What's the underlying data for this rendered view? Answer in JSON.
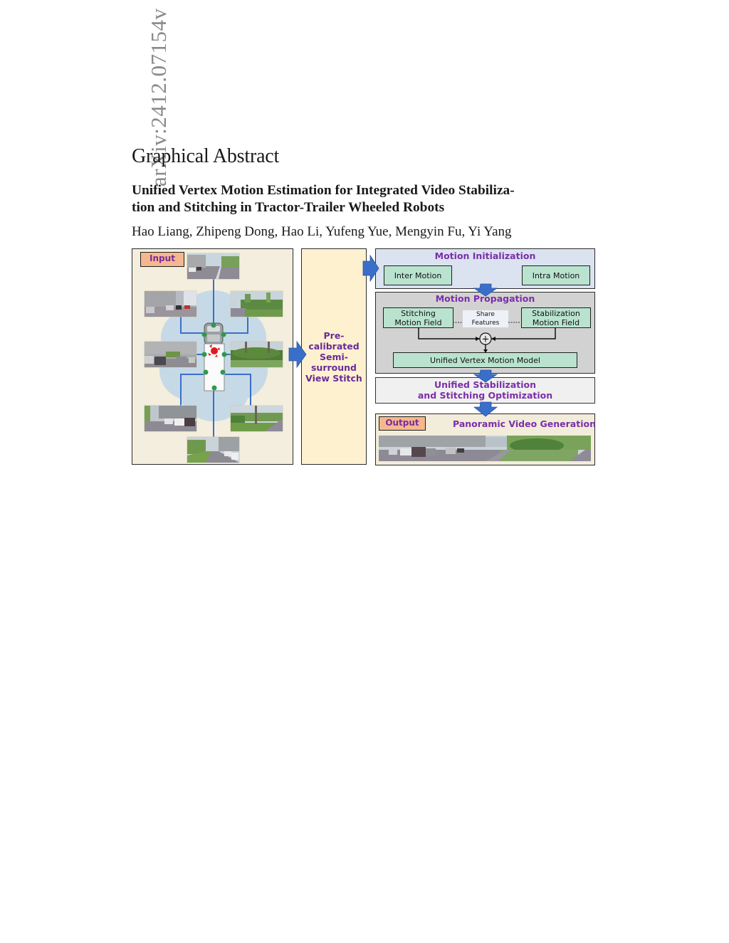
{
  "watermark": {
    "arxiv_id": "arXiv:2412.07154v"
  },
  "page": {
    "section_heading": "Graphical Abstract",
    "title_lines": [
      "Unified Vertex Motion Estimation for Integrated Video Stabiliza-",
      "tion and Stitching in Tractor-Trailer Wheeled Robots"
    ],
    "authors": "Hao Liang, Zhipeng Dong, Hao Li, Yufeng Yue, Mengyin Fu, Yi Yang"
  },
  "figure": {
    "input_panel": {
      "label": "Input",
      "camera_views": [
        {
          "name": "front",
          "scene": "road-with-parked-cars"
        },
        {
          "name": "front-left",
          "scene": "building-and-parked-cars"
        },
        {
          "name": "front-right",
          "scene": "hedge-and-trees"
        },
        {
          "name": "mid-left",
          "scene": "parked-cars"
        },
        {
          "name": "mid-right",
          "scene": "hedge-lawn"
        },
        {
          "name": "rear-left",
          "scene": "parked-cars-building"
        },
        {
          "name": "rear-right",
          "scene": "trees-lawn-path"
        },
        {
          "name": "rear",
          "scene": "road-with-parked-cars"
        }
      ]
    },
    "precalibrated_panel": {
      "text": "Pre-\ncalibrated\nSemi-\nsurround\nView Stitch"
    },
    "motion_initialization": {
      "title": "Motion Initialization",
      "inter_motion": "Inter Motion",
      "intra_motion": "Intra Motion"
    },
    "motion_propagation": {
      "title": "Motion Propagation",
      "stitching_field": "Stitching\nMotion Field",
      "share_features": "Share\nFeatures",
      "stabilization_field": "Stabilization\nMotion Field",
      "fusion_symbol": "+",
      "unified_model": "Unified Vertex Motion Model"
    },
    "optimization": {
      "text": "Unified Stabilization\nand Stitching Optimization"
    },
    "output_panel": {
      "label": "Output",
      "title": "Panoramic Video Generation"
    },
    "colors": {
      "accent_text": "#7a2fa8",
      "label_fill": "#f5b88e",
      "arrow_blue": "#3a6fc9",
      "green_box": "#b9e3cf",
      "input_bg": "#f3eedd",
      "precal_bg": "#fdf1cf",
      "init_bg": "#dbe2f0",
      "prop_bg": "#d3d2d2"
    }
  }
}
